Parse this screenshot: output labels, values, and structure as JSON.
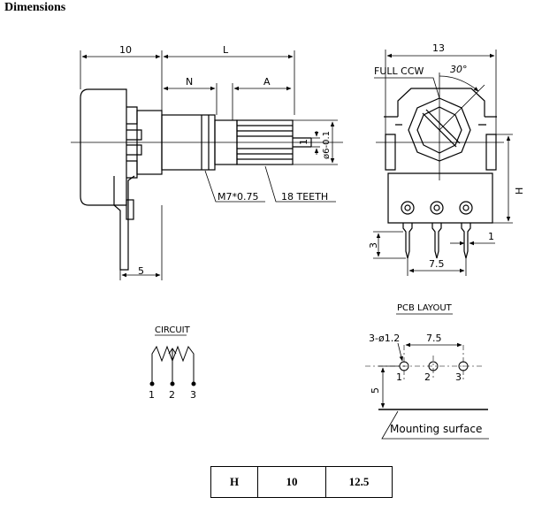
{
  "title": "Dimensions",
  "side_view": {
    "dim_knob_width": "10",
    "dim_shaft_length": "L",
    "dim_n": "N",
    "dim_a": "A",
    "dim_1": "1",
    "dim_shaft_dia": "ø6-0.1",
    "dim_5": "5",
    "label_thread": "M7*0.75",
    "label_teeth": "18 TEETH"
  },
  "front_view": {
    "dim_width": "13",
    "label_rotation": "FULL CCW",
    "label_angle": "30°",
    "dim_h": "H",
    "dim_3": "3",
    "dim_1": "1",
    "dim_pitch": "7.5"
  },
  "circuit": {
    "title": "CIRCUIT",
    "pins": [
      "1",
      "2",
      "3"
    ]
  },
  "pcb_layout": {
    "title": "PCB LAYOUT",
    "hole_label": "3-ø1.2",
    "pitch_label": "7.5",
    "height_label": "5",
    "pins": [
      "1",
      "2",
      "3"
    ],
    "mounting_label": "Mounting surface"
  },
  "table": {
    "cells": [
      "H",
      "10",
      "12.5"
    ]
  }
}
